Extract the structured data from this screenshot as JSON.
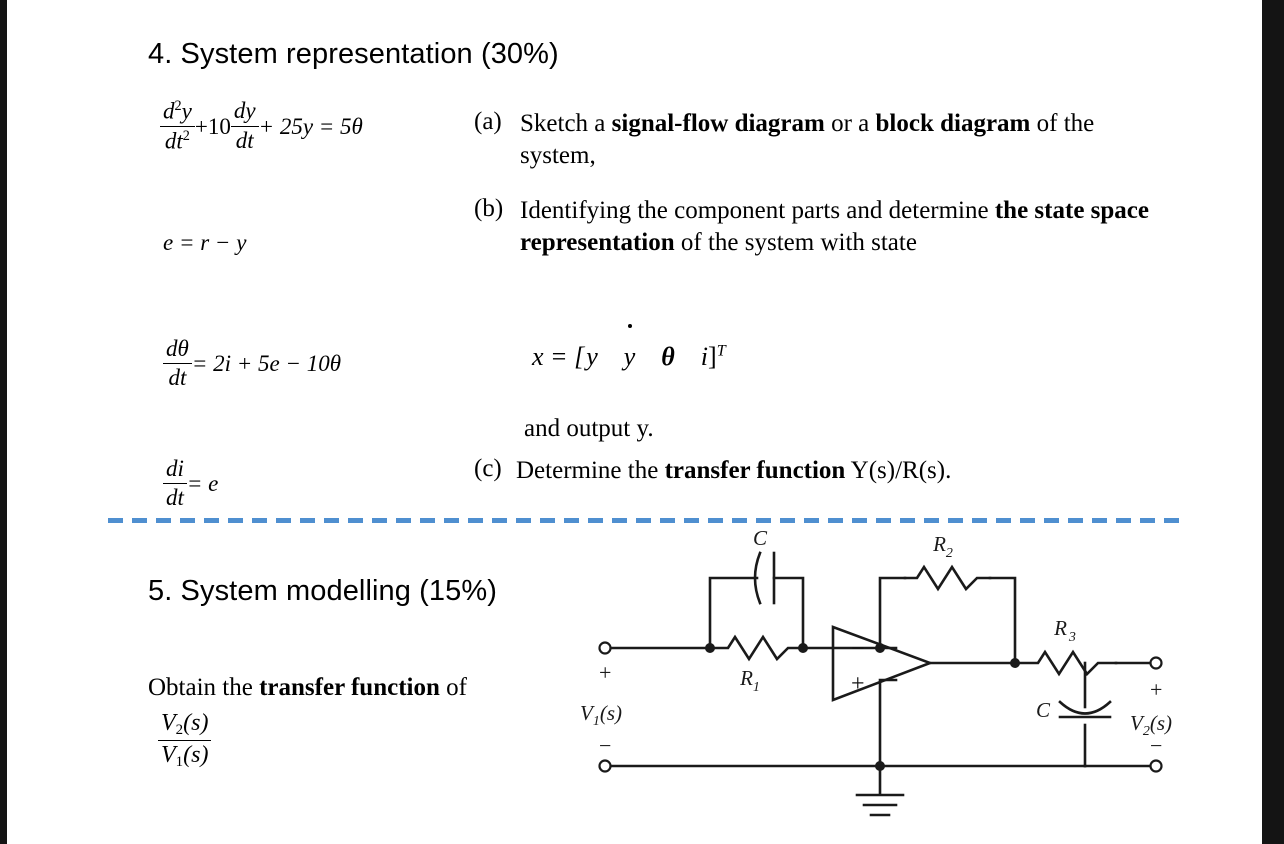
{
  "document": {
    "questions": [
      {
        "number": "4.",
        "title": "4. System representation (30%)",
        "equations": {
          "ode": {
            "num1": "d",
            "num1_exp": "2",
            "num1_var": "y",
            "den1": "dt",
            "den1_exp": "2",
            "plus1": "+10",
            "num2": "dy",
            "den2": "dt",
            "rest": "+ 25y = 5",
            "theta": "θ"
          },
          "error": "e = r − y",
          "theta_dot": {
            "num": "dθ",
            "den": "dt",
            "rhs": "= 2i + 5e − 10θ"
          },
          "current": {
            "num": "di",
            "den": "dt",
            "rhs": "= e"
          }
        },
        "parts": [
          {
            "mark": "(a)",
            "segments": [
              {
                "text": "Sketch a ",
                "bold": false
              },
              {
                "text": "signal-flow diagram",
                "bold": true
              },
              {
                "text": " or a ",
                "bold": false
              },
              {
                "text": "block diagram",
                "bold": true
              },
              {
                "text": " of the system,",
                "bold": false
              }
            ]
          },
          {
            "mark": "(b)",
            "segments": [
              {
                "text": "Identifying the component parts and determine ",
                "bold": false
              },
              {
                "text": "the state space representation",
                "bold": true
              },
              {
                "text": " of the system  with state",
                "bold": false
              }
            ]
          },
          {
            "mark": "(c)",
            "segments": [
              {
                "text": "Determine the ",
                "bold": false
              },
              {
                "text": "transfer function",
                "bold": true
              },
              {
                "text": " Y(s)/R(s).",
                "bold": false
              }
            ]
          }
        ],
        "state_vector": {
          "lhs": "x = [",
          "v1": "y",
          "v2": "y",
          "v3": "θ",
          "v4": "i",
          "rhs": "]",
          "transpose": "T"
        },
        "output_line": "and output y."
      },
      {
        "number": "5.",
        "title": "5. System modelling (15%)",
        "prompt_segments": [
          {
            "text": "Obtain the ",
            "bold": false
          },
          {
            "text": "transfer function",
            "bold": true
          },
          {
            "text": " of",
            "bold": false
          }
        ],
        "ratio": {
          "num_v": "V",
          "num_sub": "2",
          "num_arg": "(s)",
          "den_v": "V",
          "den_sub": "1",
          "den_arg": "(s)"
        }
      }
    ]
  },
  "circuit": {
    "labels": {
      "cap_feedback": "C",
      "r1": "R",
      "r1_sub": "1",
      "r2": "R",
      "r2_sub": "2",
      "r3": "R",
      "r3_sub": "3",
      "cap_output": "C",
      "v_in": "V",
      "v_in_sub": "1",
      "v_in_arg": "(s)",
      "v_out": "V",
      "v_out_sub": "2",
      "v_out_arg": "(s)",
      "plus_in": "+",
      "minus_in": "−",
      "plus_out": "+",
      "minus_out": "−",
      "opamp_minus": "−",
      "opamp_plus": "+"
    }
  },
  "colors": {
    "divider": "#4f8fd0",
    "ink": "#000000",
    "circuit_ink": "#1a1a1a",
    "scrollbar": "#a6a6a6",
    "edge": "#141414"
  }
}
